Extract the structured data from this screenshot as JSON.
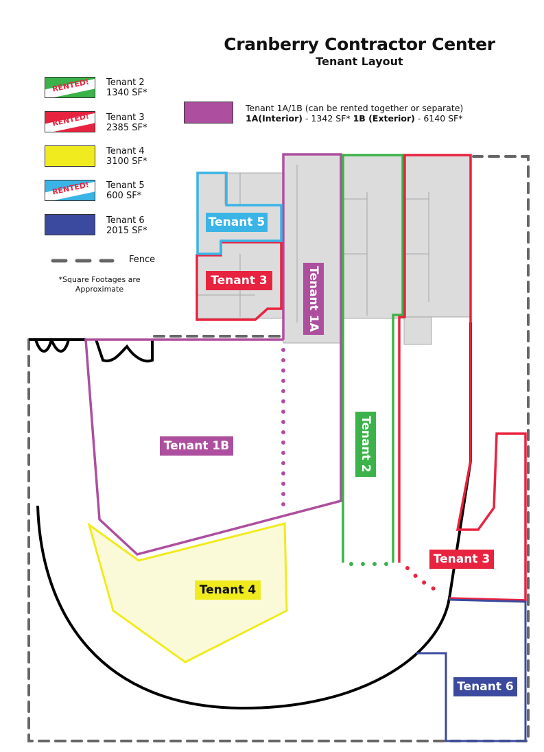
{
  "header": {
    "title": "Cranberry Contractor Center",
    "subtitle": "Tenant Layout"
  },
  "legend": {
    "items": [
      {
        "name": "Tenant 2",
        "area": "1340 SF*",
        "color": "#3bb34a",
        "badge": "RENTED!"
      },
      {
        "name": "Tenant 3",
        "area": "2385 SF*",
        "color": "#e8233f",
        "badge": "RENTED!"
      },
      {
        "name": "Tenant 4",
        "area": "3100 SF*",
        "color": "#f0eb1e"
      },
      {
        "name": "Tenant 5",
        "area": "600 SF*",
        "color": "#3ab4e6",
        "badge": "RENTED!"
      },
      {
        "name": "Tenant 6",
        "area": "2015 SF*",
        "color": "#3b4a9e"
      }
    ],
    "fence_label": "Fence",
    "footnote_line1": "*Square Footages are",
    "footnote_line2": "Approximate",
    "tenant1": {
      "line1": "Tenant 1A/1B (can be rented together or separate)",
      "line2_a": "1A(Interior)",
      "line2_b": " - 1342 SF* ",
      "line2_c": "1B (Exterior)",
      "line2_d": " - 6140 SF*",
      "color": "#ad4f9e"
    }
  },
  "map_labels": {
    "tenant5": "Tenant 5",
    "tenant3_building": "Tenant 3",
    "tenant1a": "Tenant 1A",
    "tenant1b": "Tenant 1B",
    "tenant2": "Tenant 2",
    "tenant4": "Tenant 4",
    "tenant3_yard": "Tenant 3",
    "tenant6": "Tenant 6"
  }
}
